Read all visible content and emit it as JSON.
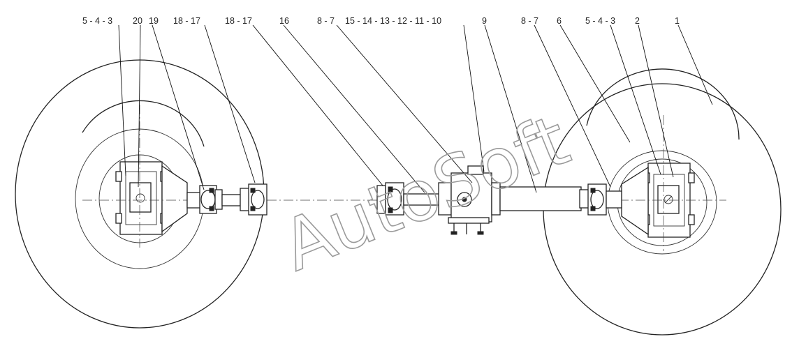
{
  "callouts": [
    {
      "id": "c1",
      "text": "5 - 4 - 3"
    },
    {
      "id": "c2",
      "text": "20"
    },
    {
      "id": "c3",
      "text": "19"
    },
    {
      "id": "c4",
      "text": "18 - 17"
    },
    {
      "id": "c5",
      "text": "18 - 17"
    },
    {
      "id": "c6",
      "text": "16"
    },
    {
      "id": "c7",
      "text": "8 - 7"
    },
    {
      "id": "c8",
      "text": "15 - 14 - 13 - 12 - 11 - 10"
    },
    {
      "id": "c9",
      "text": "9"
    },
    {
      "id": "c10",
      "text": "8 - 7"
    },
    {
      "id": "c11",
      "text": "6"
    },
    {
      "id": "c12",
      "text": "5 - 4 - 3"
    },
    {
      "id": "c13",
      "text": "2"
    },
    {
      "id": "c14",
      "text": "1"
    }
  ],
  "watermark": "AutoSoft"
}
